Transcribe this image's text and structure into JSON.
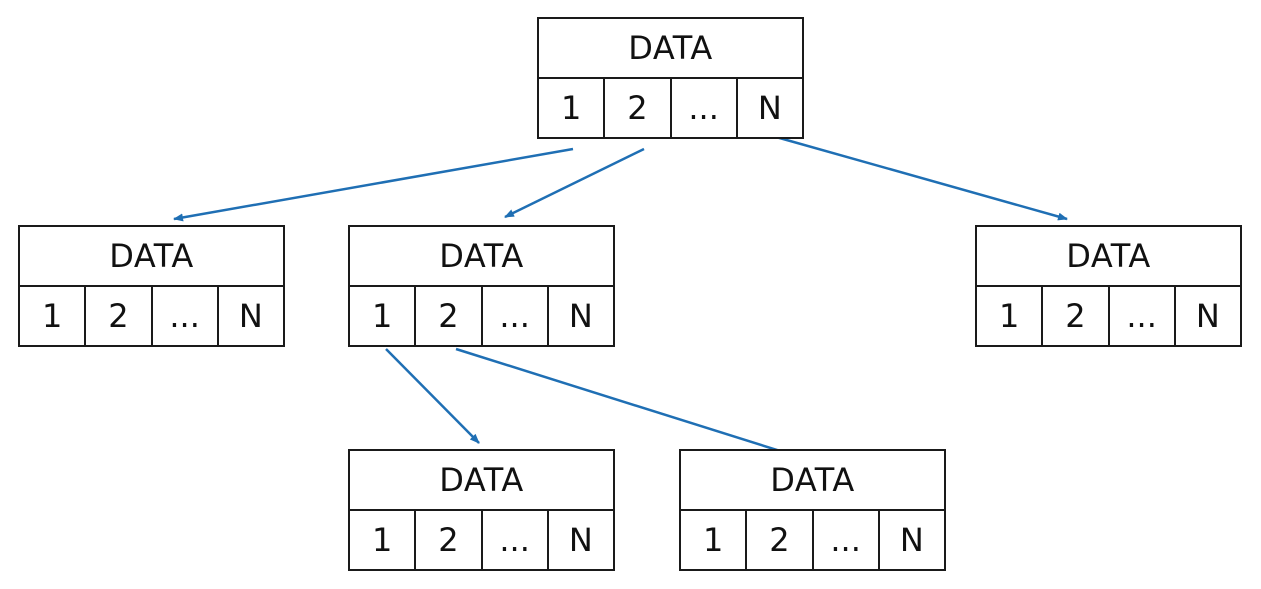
{
  "diagram": {
    "arrow_color": "#1f6fb4",
    "nodes": [
      {
        "id": "root",
        "data_label": "DATA",
        "slots": [
          "1",
          "2",
          "...",
          "N"
        ]
      },
      {
        "id": "level1-left",
        "data_label": "DATA",
        "slots": [
          "1",
          "2",
          "...",
          "N"
        ]
      },
      {
        "id": "level1-middle",
        "data_label": "DATA",
        "slots": [
          "1",
          "2",
          "...",
          "N"
        ]
      },
      {
        "id": "level1-right",
        "data_label": "DATA",
        "slots": [
          "1",
          "2",
          "...",
          "N"
        ]
      },
      {
        "id": "level2-left",
        "data_label": "DATA",
        "slots": [
          "1",
          "2",
          "...",
          "N"
        ]
      },
      {
        "id": "level2-right",
        "data_label": "DATA",
        "slots": [
          "1",
          "2",
          "...",
          "N"
        ]
      }
    ],
    "edges": [
      {
        "from": "root",
        "from_slot": "1",
        "to": "level1-left"
      },
      {
        "from": "root",
        "from_slot": "2",
        "to": "level1-middle"
      },
      {
        "from": "root",
        "from_slot": "N",
        "to": "level1-right"
      },
      {
        "from": "level1-middle",
        "from_slot": "1",
        "to": "level2-left"
      },
      {
        "from": "level1-middle",
        "from_slot": "2",
        "to": "level2-right"
      }
    ]
  }
}
